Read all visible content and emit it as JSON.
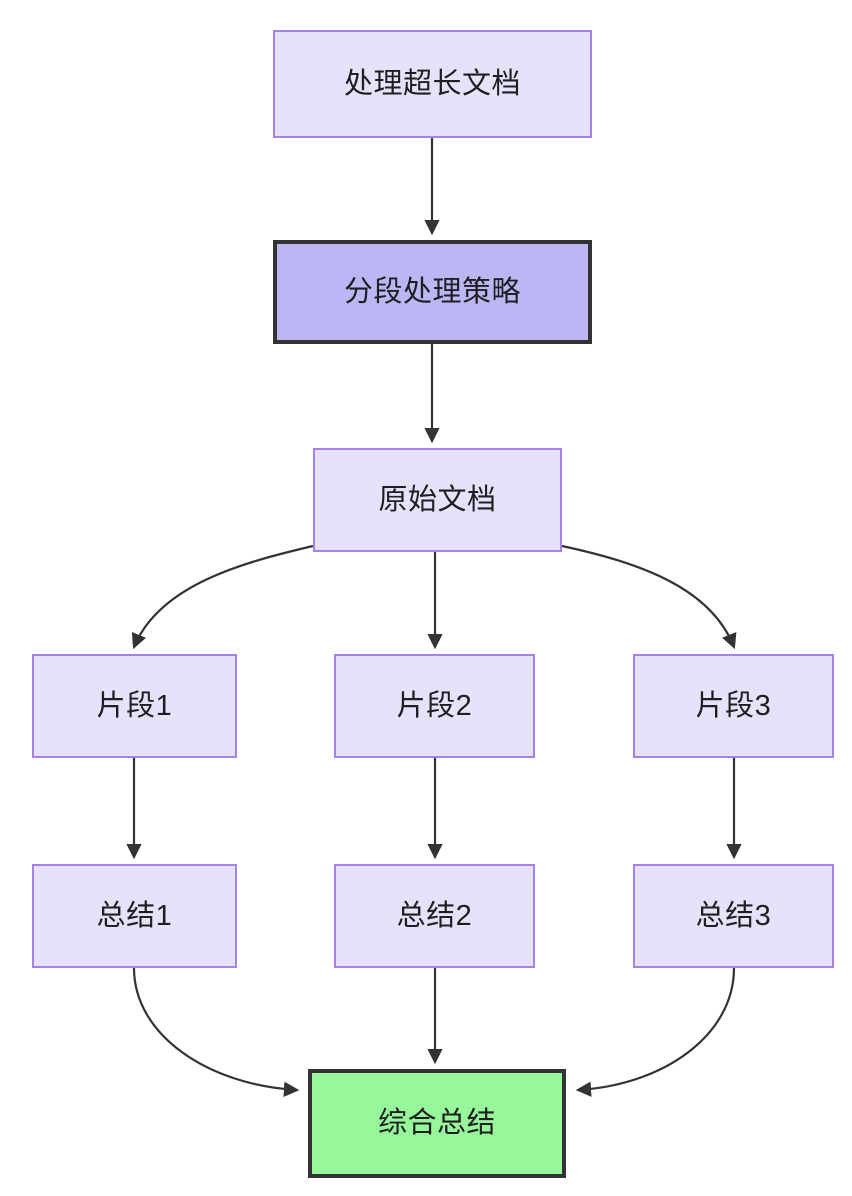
{
  "diagram": {
    "type": "flowchart",
    "direction": "top-down",
    "background_color": "#ffffff",
    "edge_color": "#333333",
    "palette": {
      "node_fill": "#e7e1fb",
      "node_border": "#a482ea",
      "highlight_fill": "#bcb6f5",
      "highlight_border": "#333333",
      "result_fill": "#97f79b",
      "result_border": "#333333",
      "text_color": "#1f1f22"
    },
    "nodes": [
      {
        "id": "root",
        "label": "处理超长文档",
        "style": "normal"
      },
      {
        "id": "strategy",
        "label": "分段处理策略",
        "style": "highlight"
      },
      {
        "id": "source",
        "label": "原始文档",
        "style": "normal"
      },
      {
        "id": "chunk1",
        "label": "片段1",
        "style": "normal"
      },
      {
        "id": "chunk2",
        "label": "片段2",
        "style": "normal"
      },
      {
        "id": "chunk3",
        "label": "片段3",
        "style": "normal"
      },
      {
        "id": "summary1",
        "label": "总结1",
        "style": "normal"
      },
      {
        "id": "summary2",
        "label": "总结2",
        "style": "normal"
      },
      {
        "id": "summary3",
        "label": "总结3",
        "style": "normal"
      },
      {
        "id": "final",
        "label": "综合总结",
        "style": "result"
      }
    ],
    "edges": [
      {
        "from": "root",
        "to": "strategy",
        "shape": "straight"
      },
      {
        "from": "strategy",
        "to": "source",
        "shape": "straight"
      },
      {
        "from": "source",
        "to": "chunk1",
        "shape": "curved"
      },
      {
        "from": "source",
        "to": "chunk2",
        "shape": "straight"
      },
      {
        "from": "source",
        "to": "chunk3",
        "shape": "curved"
      },
      {
        "from": "chunk1",
        "to": "summary1",
        "shape": "straight"
      },
      {
        "from": "chunk2",
        "to": "summary2",
        "shape": "straight"
      },
      {
        "from": "chunk3",
        "to": "summary3",
        "shape": "straight"
      },
      {
        "from": "summary1",
        "to": "final",
        "shape": "curved"
      },
      {
        "from": "summary2",
        "to": "final",
        "shape": "straight"
      },
      {
        "from": "summary3",
        "to": "final",
        "shape": "curved"
      }
    ]
  }
}
